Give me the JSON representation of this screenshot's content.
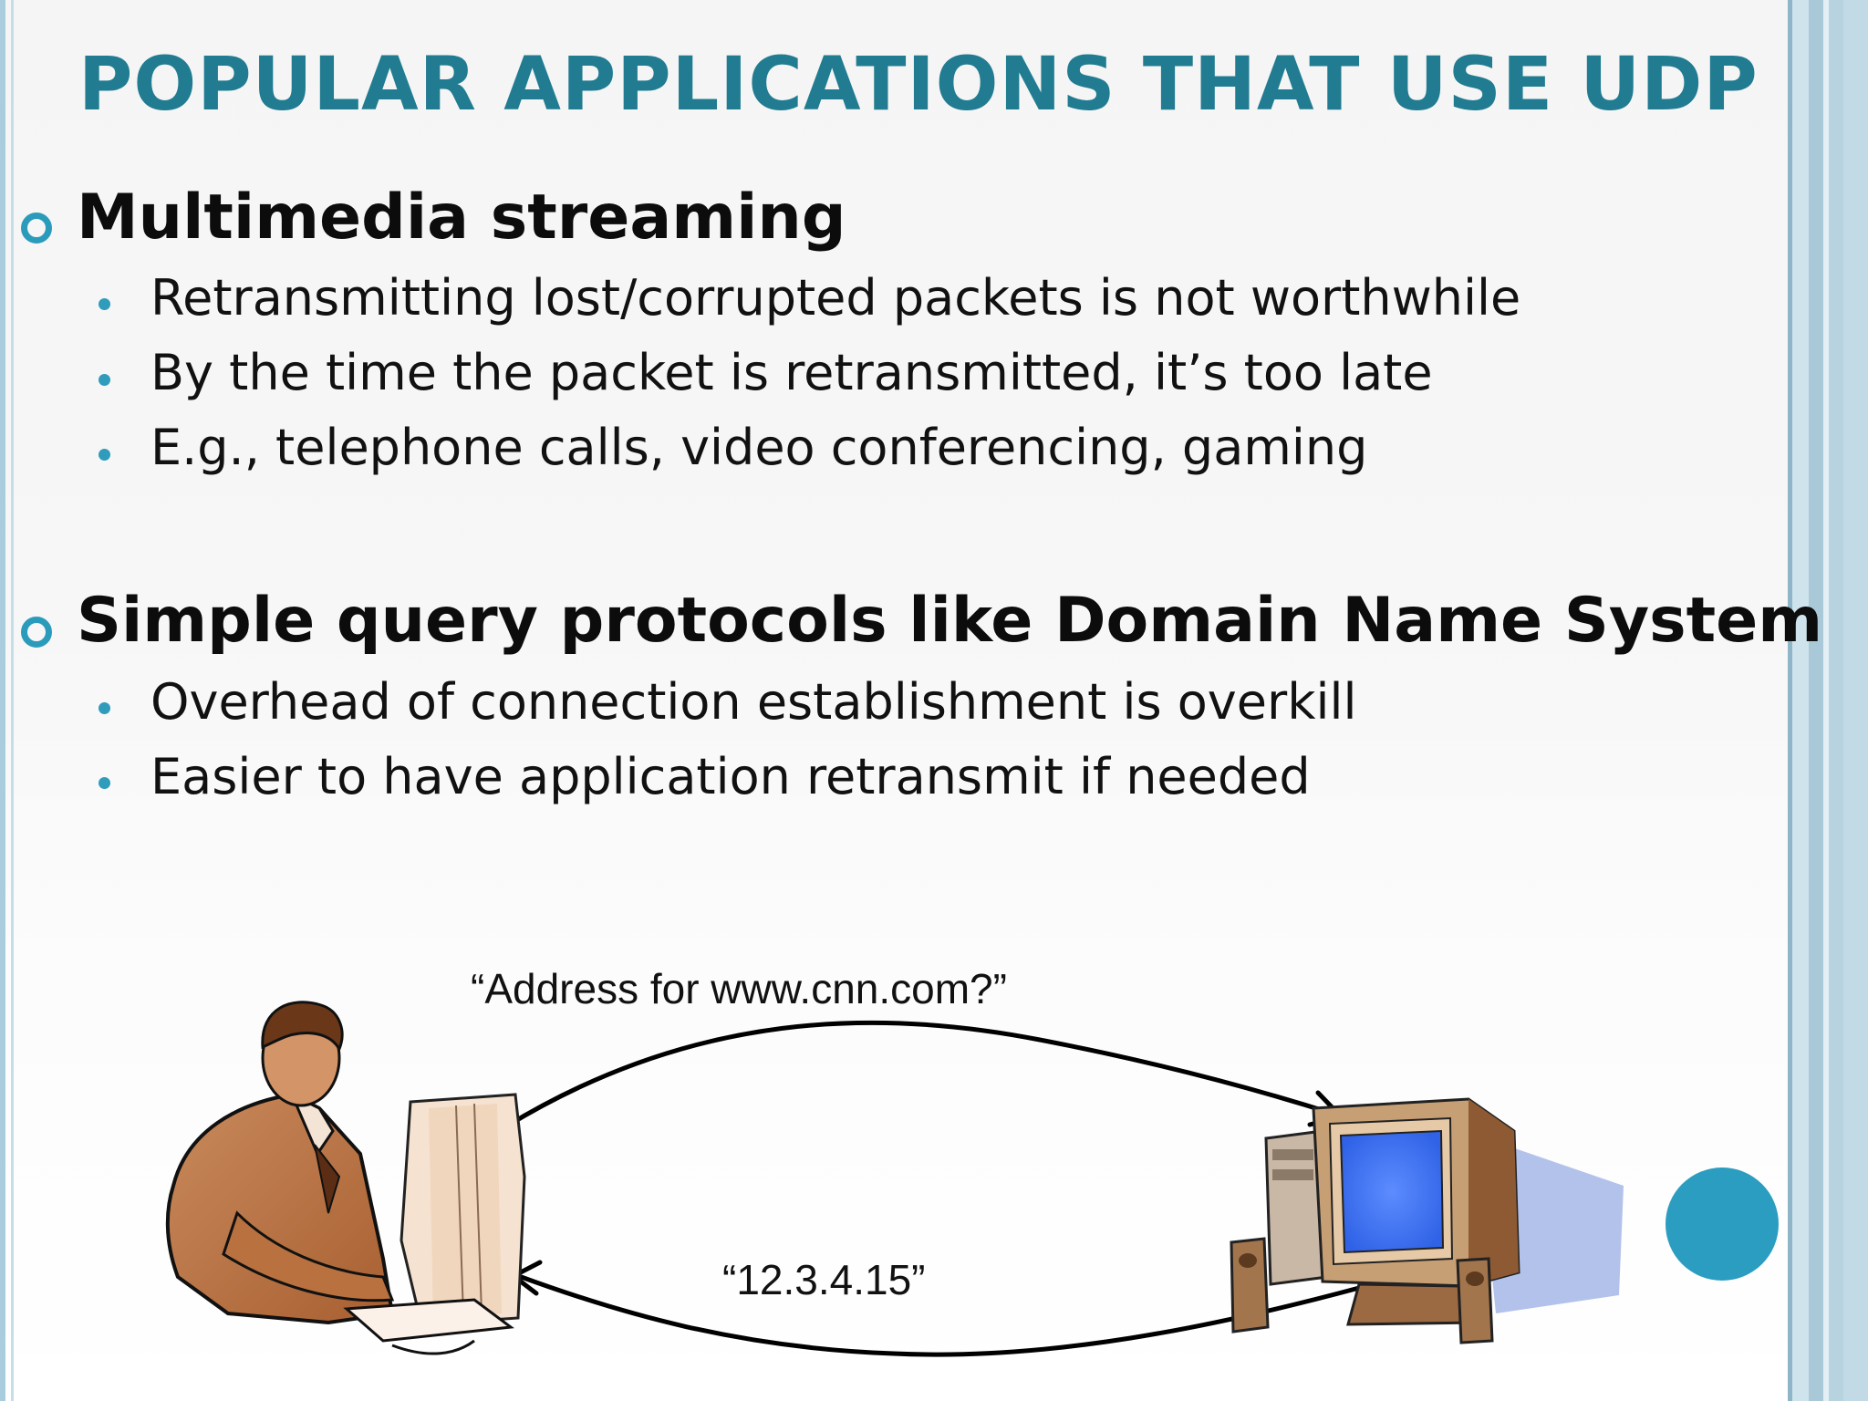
{
  "slide": {
    "title": "POPULAR APPLICATIONS THAT USE UDP",
    "sections": [
      {
        "heading": "Multimedia streaming",
        "bullets": [
          "Retransmitting lost/corrupted packets is not worthwhile",
          "By the time the packet is retransmitted, it’s too late",
          "E.g., telephone calls, video conferencing, gaming"
        ]
      },
      {
        "heading": "Simple query protocols like Domain Name System",
        "bullets": [
          "Overhead of connection establishment is overkill",
          "Easier to have application retransmit if needed"
        ]
      }
    ]
  },
  "diagram": {
    "query_label": "“Address for www.cnn.com?”",
    "response_label": "“12.3.4.15”",
    "left_icon": "user-at-computer-icon",
    "right_icon": "desktop-computer-icon"
  },
  "colors": {
    "title": "#217c91",
    "accent": "#2b9dc0",
    "stripe_light": "#b7d3df",
    "stripe_dark": "#8fb6c8"
  }
}
